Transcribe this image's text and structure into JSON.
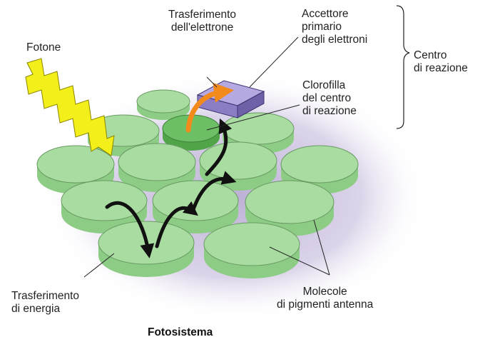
{
  "title": "Fotosistema",
  "labels": {
    "photon": "Fotone",
    "electron_transfer": "Trasferimento\ndell'elettrone",
    "primary_acceptor": "Accettore\nprimario\ndegli elettroni",
    "reaction_center": "Centro\ndi reazione",
    "reaction_center_chlorophyll": "Clorofilla\ndel centro\ndi reazione",
    "energy_transfer": "Trasferimento\ndi energia",
    "antenna_pigments": "Molecole\ndi pigmenti antenna"
  },
  "colors": {
    "disc_fill": "#a8dca0",
    "disc_edge": "#8ccc84",
    "reaction_disc": "#6cbf64",
    "glow": "#c9bfdc",
    "acceptor": "#9c8ccf",
    "photon": "#f2ef1a",
    "arrow": "#111111",
    "electron_arrow": "#f28a1c"
  }
}
